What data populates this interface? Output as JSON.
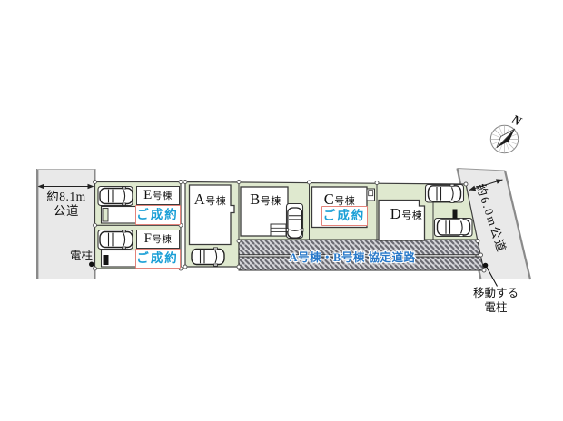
{
  "colors": {
    "lot_green": "#dfe9cf",
    "road_gray": "#e9e9e9",
    "hatch_bg": "#d7d7db",
    "hatch_line": "#6a6a72",
    "status_text": "#1a9fd6",
    "status_border": "#e4837a",
    "agreement_text_blue": "#2878c8",
    "outline": "#3f3f3f"
  },
  "roads": {
    "left": {
      "width_label": "約8.1m",
      "type_label": "公道"
    },
    "right": {
      "label": "約6.0m公道"
    },
    "agreement": {
      "label": "A号棟・B号棟 協定道路"
    }
  },
  "lots": [
    {
      "id": "E",
      "label": "E号棟",
      "status": "ご成約"
    },
    {
      "id": "F",
      "label": "F号棟",
      "status": "ご成約"
    },
    {
      "id": "A",
      "label": "A号棟",
      "status": ""
    },
    {
      "id": "B",
      "label": "B号棟",
      "status": ""
    },
    {
      "id": "C",
      "label": "C号棟",
      "status": ""
    },
    {
      "id": "C_status",
      "label": "ご成約",
      "status": "ご成約"
    },
    {
      "id": "D",
      "label": "D号棟",
      "status": ""
    }
  ],
  "annotations": {
    "utility_pole": "電柱",
    "moving_pole_line1": "移動する",
    "moving_pole_line2": "電柱",
    "compass_north": "N"
  }
}
